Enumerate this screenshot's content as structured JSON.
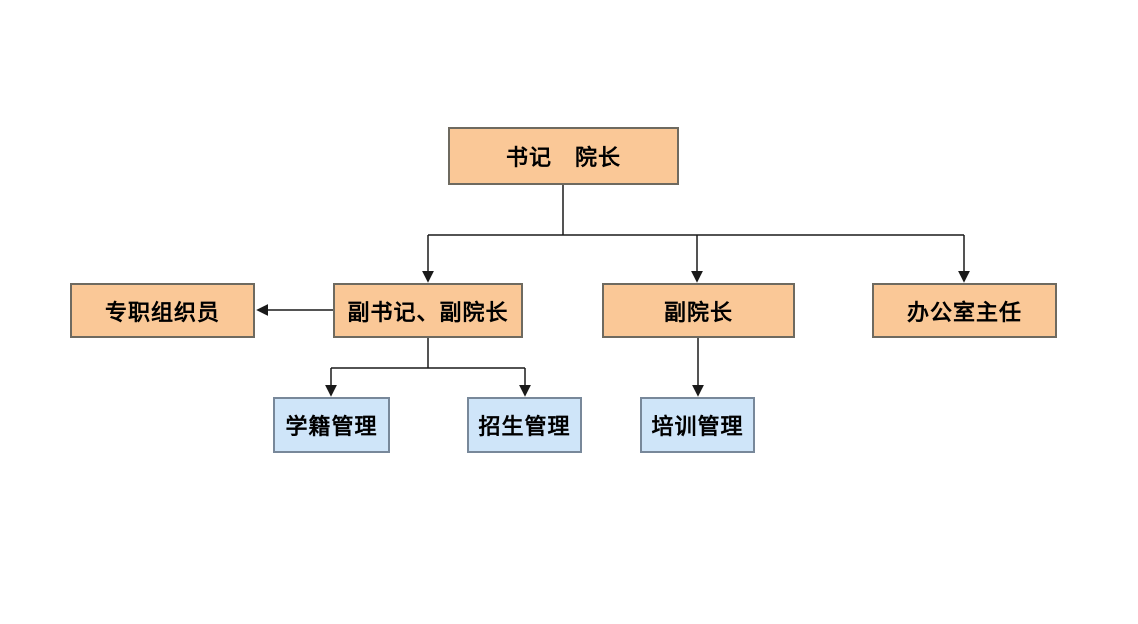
{
  "diagram": {
    "type": "org-chart",
    "background_color": "#FFFFFF",
    "colors": {
      "level1_2_fill": "#FAC897",
      "level1_2_border": "#6E6A60",
      "level3_fill": "#CFE5F9",
      "level3_border": "#78889A",
      "connector_line": "#1A1A1A",
      "text": "#000000"
    },
    "nodes": [
      {
        "id": "secretary-dean",
        "label": "书记　院长",
        "level": 1,
        "style": "orange"
      },
      {
        "id": "full-time-organizer",
        "label": "专职组织员",
        "level": 2,
        "style": "orange"
      },
      {
        "id": "deputy-secretary-deputy-dean",
        "label": "副书记、副院长",
        "level": 2,
        "style": "orange"
      },
      {
        "id": "deputy-dean",
        "label": "副院长",
        "level": 2,
        "style": "orange"
      },
      {
        "id": "office-director",
        "label": "办公室主任",
        "level": 2,
        "style": "orange"
      },
      {
        "id": "student-records-management",
        "label": "学籍管理",
        "level": 3,
        "style": "blue"
      },
      {
        "id": "admissions-management",
        "label": "招生管理",
        "level": 3,
        "style": "blue"
      },
      {
        "id": "training-management",
        "label": "培训管理",
        "level": 3,
        "style": "blue"
      }
    ],
    "edges": [
      {
        "from": "secretary-dean",
        "to": "deputy-secretary-deputy-dean",
        "arrow": true
      },
      {
        "from": "secretary-dean",
        "to": "deputy-dean",
        "arrow": true
      },
      {
        "from": "secretary-dean",
        "to": "office-director",
        "arrow": true
      },
      {
        "from": "deputy-secretary-deputy-dean",
        "to": "full-time-organizer",
        "arrow": true
      },
      {
        "from": "deputy-secretary-deputy-dean",
        "to": "student-records-management",
        "arrow": true
      },
      {
        "from": "deputy-secretary-deputy-dean",
        "to": "admissions-management",
        "arrow": true
      },
      {
        "from": "deputy-dean",
        "to": "training-management",
        "arrow": true
      }
    ]
  }
}
